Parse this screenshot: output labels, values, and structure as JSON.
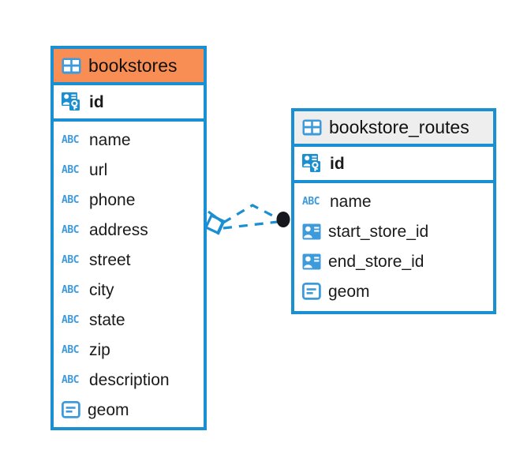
{
  "diagram": {
    "type": "entity-relationship-diagram",
    "background": "#ffffff",
    "accent_color": "#1a8fd1",
    "highlight_color": "#f98e54",
    "icon_color": "#3d9bdc",
    "endpoint_color": "#16181d"
  },
  "tables": [
    {
      "name": "bookstores",
      "header_style": "accent",
      "primary_key": {
        "label": "id",
        "icon": "primary-key-icon"
      },
      "fields": [
        {
          "label": "name",
          "icon": "abc-text-icon"
        },
        {
          "label": "url",
          "icon": "abc-text-icon"
        },
        {
          "label": "phone",
          "icon": "abc-text-icon"
        },
        {
          "label": "address",
          "icon": "abc-text-icon"
        },
        {
          "label": "street",
          "icon": "abc-text-icon"
        },
        {
          "label": "city",
          "icon": "abc-text-icon"
        },
        {
          "label": "state",
          "icon": "abc-text-icon"
        },
        {
          "label": "zip",
          "icon": "abc-text-icon"
        },
        {
          "label": "description",
          "icon": "abc-text-icon"
        },
        {
          "label": "geom",
          "icon": "geometry-icon"
        }
      ]
    },
    {
      "name": "bookstore_routes",
      "header_style": "plain",
      "primary_key": {
        "label": "id",
        "icon": "primary-key-icon"
      },
      "fields": [
        {
          "label": "name",
          "icon": "abc-text-icon"
        },
        {
          "label": "start_store_id",
          "icon": "foreign-key-icon"
        },
        {
          "label": "end_store_id",
          "icon": "foreign-key-icon"
        },
        {
          "label": "geom",
          "icon": "geometry-icon"
        }
      ]
    }
  ],
  "relationship": {
    "style": "dashed",
    "color": "#1a8fd1",
    "source_marker": "diamond-one-marker",
    "target_marker": "filled-circle-marker",
    "source_table": "bookstores",
    "target_table": "bookstore_routes"
  }
}
